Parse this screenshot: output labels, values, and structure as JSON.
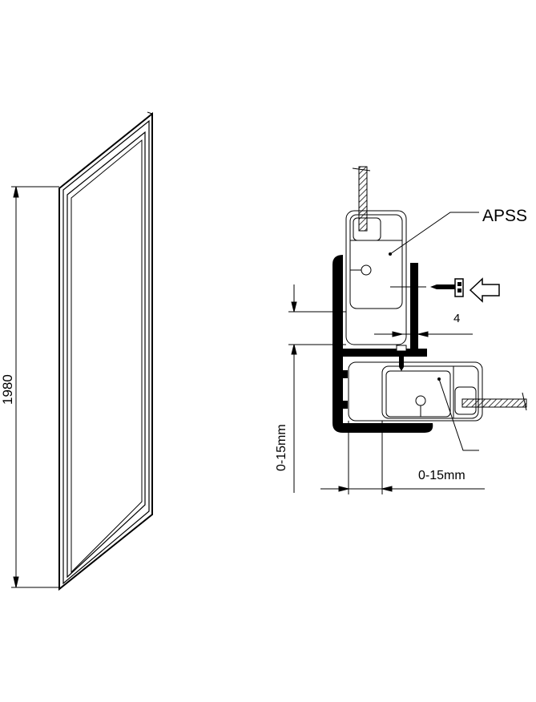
{
  "panel": {
    "height_label": "1980"
  },
  "detail": {
    "profile_label": "APSS",
    "screw_label": "4",
    "vertical_adjust_label": "0-15mm",
    "horizontal_adjust_label": "0-15mm"
  },
  "colors": {
    "ink": "#000000",
    "background": "#ffffff"
  }
}
